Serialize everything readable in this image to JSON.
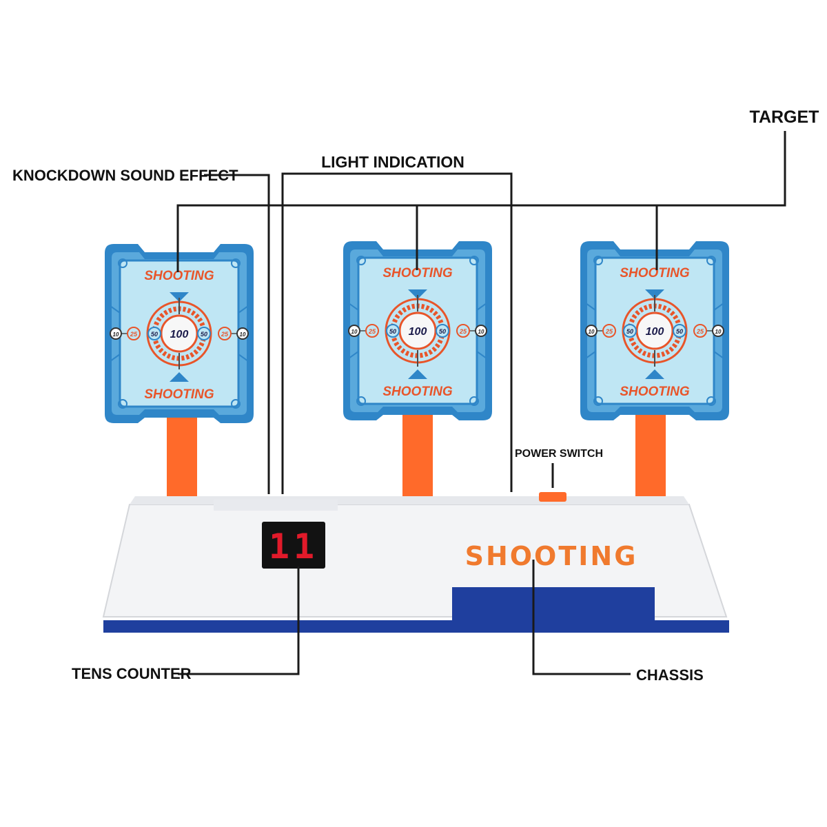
{
  "labels": {
    "target": "TARGET",
    "light_indication": "LIGHT INDICATION",
    "knockdown_sound_effect": "KNOCKDOWN SOUND EFFECT",
    "power_switch": "POWER SWITCH",
    "tens_counter": "TENS COUNTER",
    "chassis": "CHASSIS"
  },
  "targets": [
    {
      "top_text": "SHOOTING",
      "bottom_text": "SHOOTING",
      "center_value": "100",
      "inner_values": [
        "50",
        "50"
      ],
      "mid_values": [
        "25",
        "25"
      ],
      "outer_values": [
        "10",
        "10"
      ]
    },
    {
      "top_text": "SHOOTING",
      "bottom_text": "SHOOTING",
      "center_value": "100",
      "inner_values": [
        "50",
        "50"
      ],
      "mid_values": [
        "25",
        "25"
      ],
      "outer_values": [
        "10",
        "10"
      ]
    },
    {
      "top_text": "SHOOTING",
      "bottom_text": "SHOOTING",
      "center_value": "100",
      "inner_values": [
        "50",
        "50"
      ],
      "mid_values": [
        "25",
        "25"
      ],
      "outer_values": [
        "10",
        "10"
      ]
    }
  ],
  "base": {
    "brand_text": "SHOOTING",
    "display_value": "11"
  },
  "colors": {
    "target_blue": "#2f86c8",
    "target_face": "#bfe6f4",
    "target_orange": "#e8552a",
    "pole_orange": "#ff6a2a",
    "base_white": "#f3f4f6",
    "base_blue": "#1f3f9e",
    "display_red": "#e11a2a",
    "leader_line": "#1a1a1a"
  }
}
